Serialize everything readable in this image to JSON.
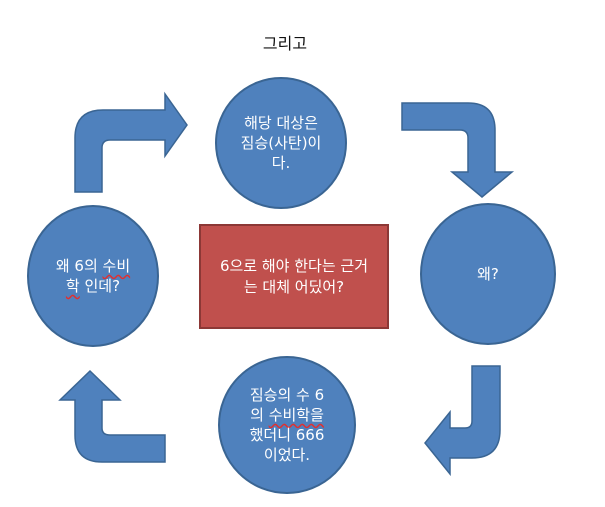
{
  "caption": "그리고",
  "nodes": {
    "top": "해당 대상은\n짐승(사탄)이\n다.",
    "right": "왜?",
    "bottom_l1": "짐승의 수 6",
    "bottom_l2_pre": "의 ",
    "bottom_l2_err": "수비학을",
    "bottom_l3": "했더니 666",
    "bottom_l4": "이었다.",
    "left_l1_pre": "왜 6의 ",
    "left_l1_err": "수비",
    "left_l2_err": "학",
    "left_l2_post": " 인데?"
  },
  "center": "6으로 해야 한다는 근거\n는 대체 어딨어?",
  "colors": {
    "circle_fill": "#4f81bd",
    "box_fill": "#c0504d",
    "arrow_fill": "#4f81bd"
  }
}
